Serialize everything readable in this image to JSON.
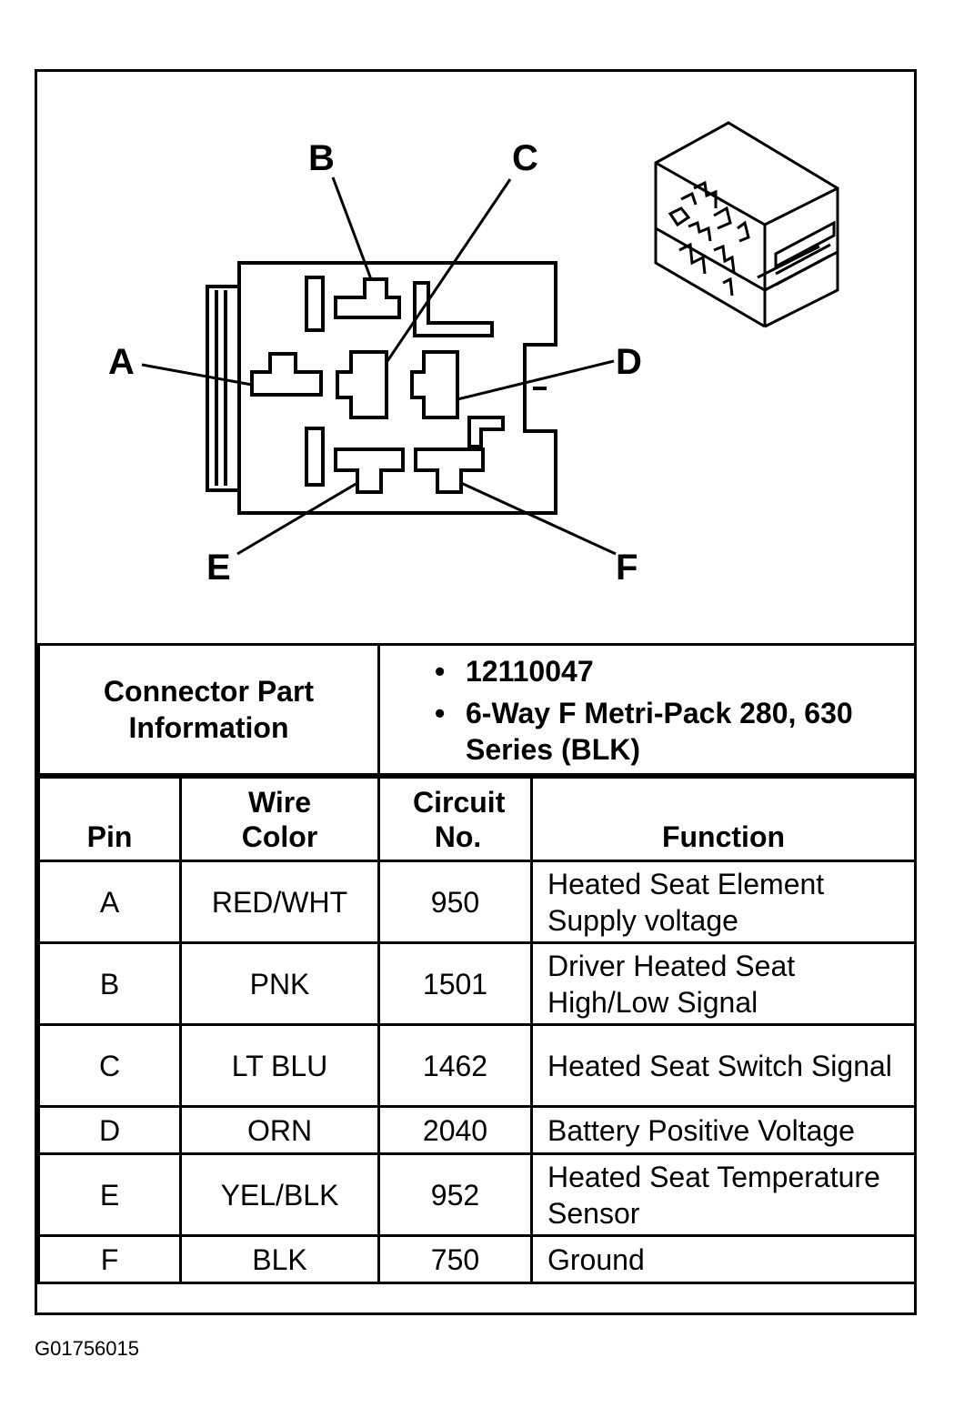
{
  "diagram": {
    "pin_labels": [
      "A",
      "B",
      "C",
      "D",
      "E",
      "F"
    ]
  },
  "connector_info": {
    "label": "Connector Part Information",
    "values": [
      "12110047",
      "6-Way F Metri-Pack 280, 630 Series (BLK)"
    ]
  },
  "pin_table": {
    "headers": {
      "pin": "Pin",
      "wire_color": "Wire Color",
      "circuit_no": "Circuit No.",
      "function": "Function"
    },
    "rows": [
      {
        "pin": "A",
        "wire_color": "RED/WHT",
        "circuit": "950",
        "function": "Heated Seat Element Supply voltage"
      },
      {
        "pin": "B",
        "wire_color": "PNK",
        "circuit": "1501",
        "function": "Driver Heated Seat High/Low Signal"
      },
      {
        "pin": "C",
        "wire_color": "LT BLU",
        "circuit": "1462",
        "function": "Heated Seat Switch Signal"
      },
      {
        "pin": "D",
        "wire_color": "ORN",
        "circuit": "2040",
        "function": "Battery Positive Voltage"
      },
      {
        "pin": "E",
        "wire_color": "YEL/BLK",
        "circuit": "952",
        "function": "Heated Seat Temperature Sensor"
      },
      {
        "pin": "F",
        "wire_color": "BLK",
        "circuit": "750",
        "function": "Ground"
      }
    ]
  },
  "figure_id": "G01756015"
}
